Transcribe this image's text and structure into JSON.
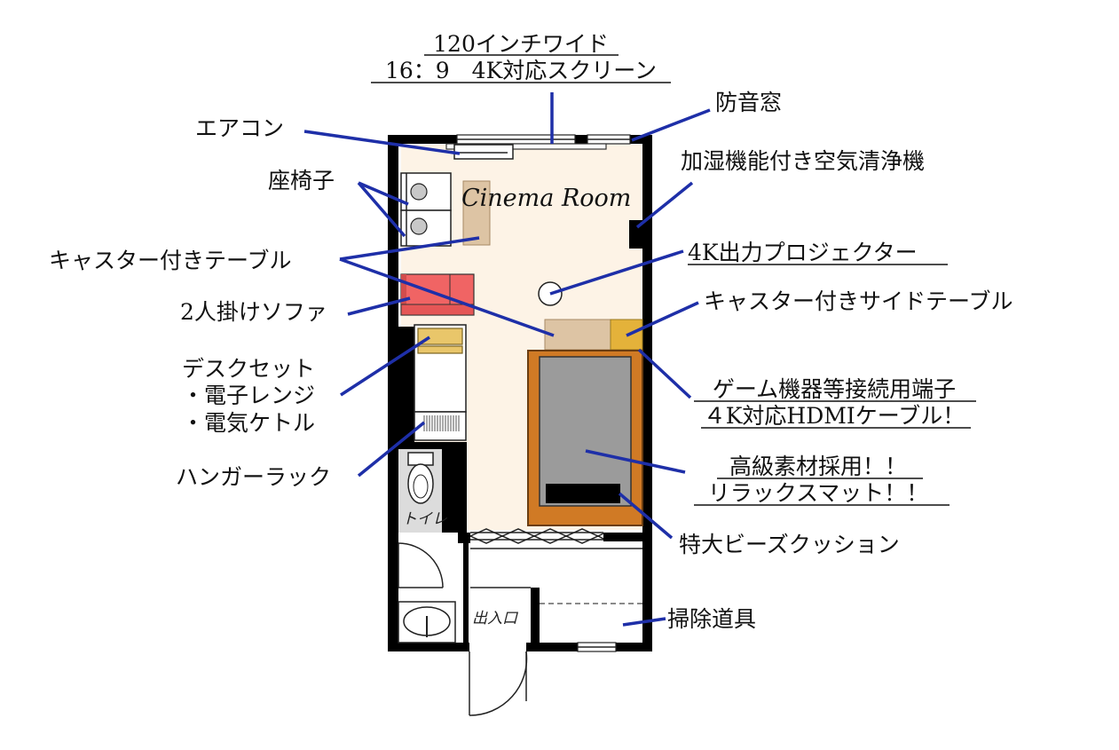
{
  "floorplan": {
    "room_name": "Cinema Room",
    "toilet_label": "トイレ",
    "entrance_label": "出入口",
    "colors": {
      "floor": "#fdf3e6",
      "leader": "#1e2fa8",
      "sofa": "#f06464",
      "mat_frame": "#d07a25",
      "mat_inner": "#9b9b9b",
      "desk": "#e9c66a",
      "side_table": "#e4b23a",
      "table": "#ddc4a4"
    }
  },
  "labels": {
    "screen_line1": "120インチワイド",
    "screen_line2": "16：9　4K対応スクリーン",
    "aircon": "エアコン",
    "soundproof_window": "防音窓",
    "air_purifier": "加湿機能付き空気清浄機",
    "chairs": "座椅子",
    "caster_table": "キャスター付きテーブル",
    "projector": "4K出力プロジェクター",
    "side_table": "キャスター付きサイドテーブル",
    "sofa": "2人掛けソファ",
    "desk_line1": "デスクセット",
    "desk_line2": "・電子レンジ",
    "desk_line3": "・電気ケトル",
    "terminal_line1": "ゲーム機器等接続用端子",
    "terminal_line2": "４K対応HDMIケーブル！",
    "hanger": "ハンガーラック",
    "mat_line1": "高級素材採用！！",
    "mat_line2": "リラックスマット！！",
    "cushion": "特大ビーズクッション",
    "cleaning": "掃除道具"
  }
}
